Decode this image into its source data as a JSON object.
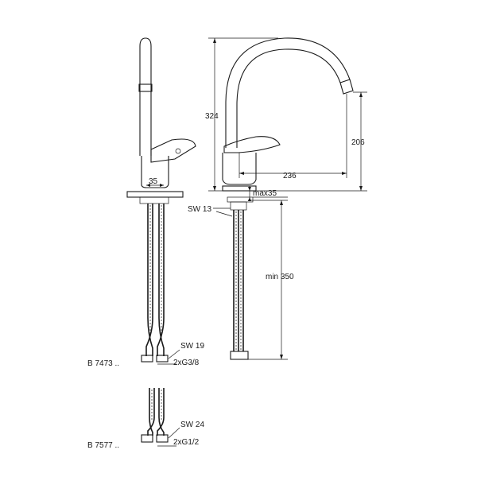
{
  "dimensions": {
    "width_base": "35",
    "height_total": "324",
    "spout_height": "206",
    "spout_reach": "236",
    "max_thickness": "max35",
    "wrench_nut": "SW 13",
    "hose_min_length": "min 350"
  },
  "variants": [
    {
      "code": "B 7473 ..",
      "wrench": "SW 19",
      "thread": "2xG3/8"
    },
    {
      "code": "B 7577 ..",
      "wrench": "SW 24",
      "thread": "2xG1/2"
    }
  ],
  "colors": {
    "line": "#1a1a1a",
    "background": "#ffffff"
  }
}
